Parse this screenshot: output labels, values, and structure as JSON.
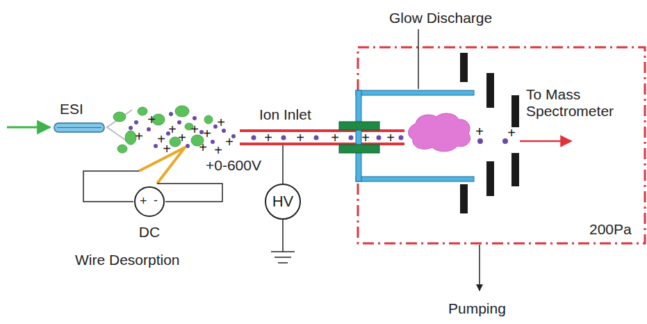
{
  "diagram": {
    "nodes": [
      {
        "text": [
          "ESI"
        ]
      },
      {
        "text": [
          "Ion Inlet"
        ]
      },
      {
        "text": [
          "HV"
        ]
      },
      {
        "text": [
          "+",
          "-",
          "DC"
        ]
      }
    ],
    "edges": [
      {
        "from": 2,
        "to": 1,
        "arrow": "none"
      }
    ],
    "labels": [
      "+0-600V",
      "Wire Desorption",
      "Glow Discharge",
      "To Mass Spectrometer",
      "200Pa",
      "Pumping",
      "+",
      "+",
      "+",
      "+",
      "+",
      "+",
      "+",
      "+",
      "+",
      "+",
      "+",
      "+",
      "+",
      "+",
      "+",
      "+",
      "+",
      "+",
      "+"
    ]
  }
}
